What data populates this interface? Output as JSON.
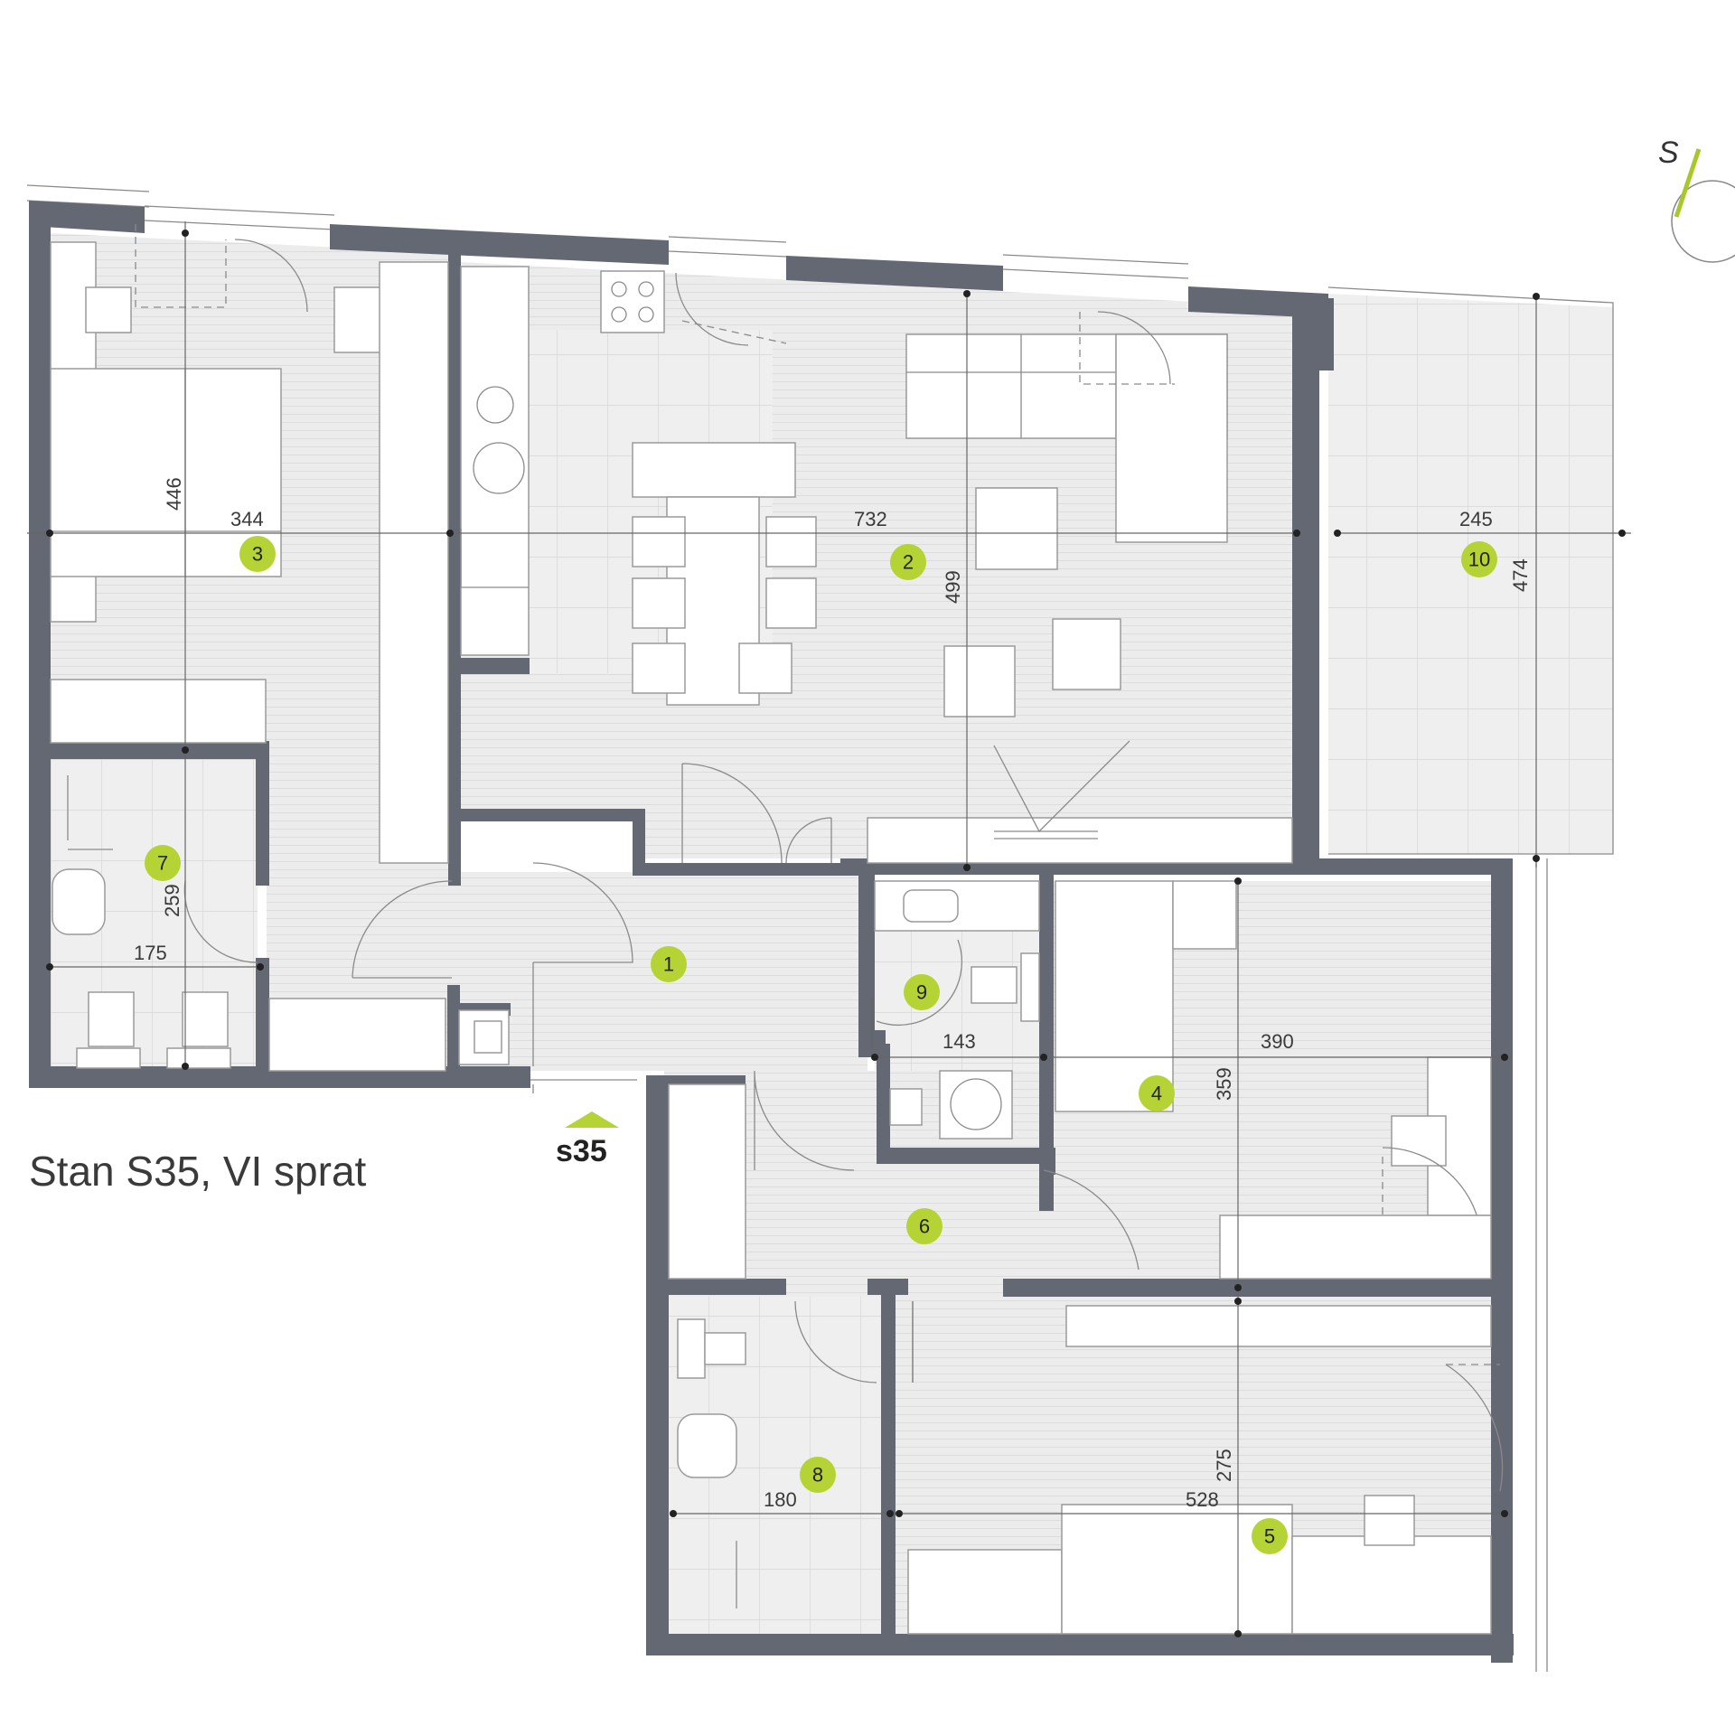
{
  "title": "Stan S35, VI sprat",
  "section_label": "s35",
  "compass": {
    "letter": "S",
    "accent": "#a8c82a"
  },
  "colors": {
    "wall": "#646873",
    "marker": "#b5d334",
    "floor": "#ececec"
  },
  "rooms": [
    {
      "number": "1"
    },
    {
      "number": "2"
    },
    {
      "number": "3"
    },
    {
      "number": "4"
    },
    {
      "number": "5"
    },
    {
      "number": "6"
    },
    {
      "number": "7"
    },
    {
      "number": "8"
    },
    {
      "number": "9"
    },
    {
      "number": "10"
    }
  ],
  "dimensions": [
    {
      "value": "446"
    },
    {
      "value": "344"
    },
    {
      "value": "732"
    },
    {
      "value": "499"
    },
    {
      "value": "245"
    },
    {
      "value": "474"
    },
    {
      "value": "259"
    },
    {
      "value": "175"
    },
    {
      "value": "143"
    },
    {
      "value": "390"
    },
    {
      "value": "359"
    },
    {
      "value": "180"
    },
    {
      "value": "275"
    },
    {
      "value": "528"
    }
  ]
}
